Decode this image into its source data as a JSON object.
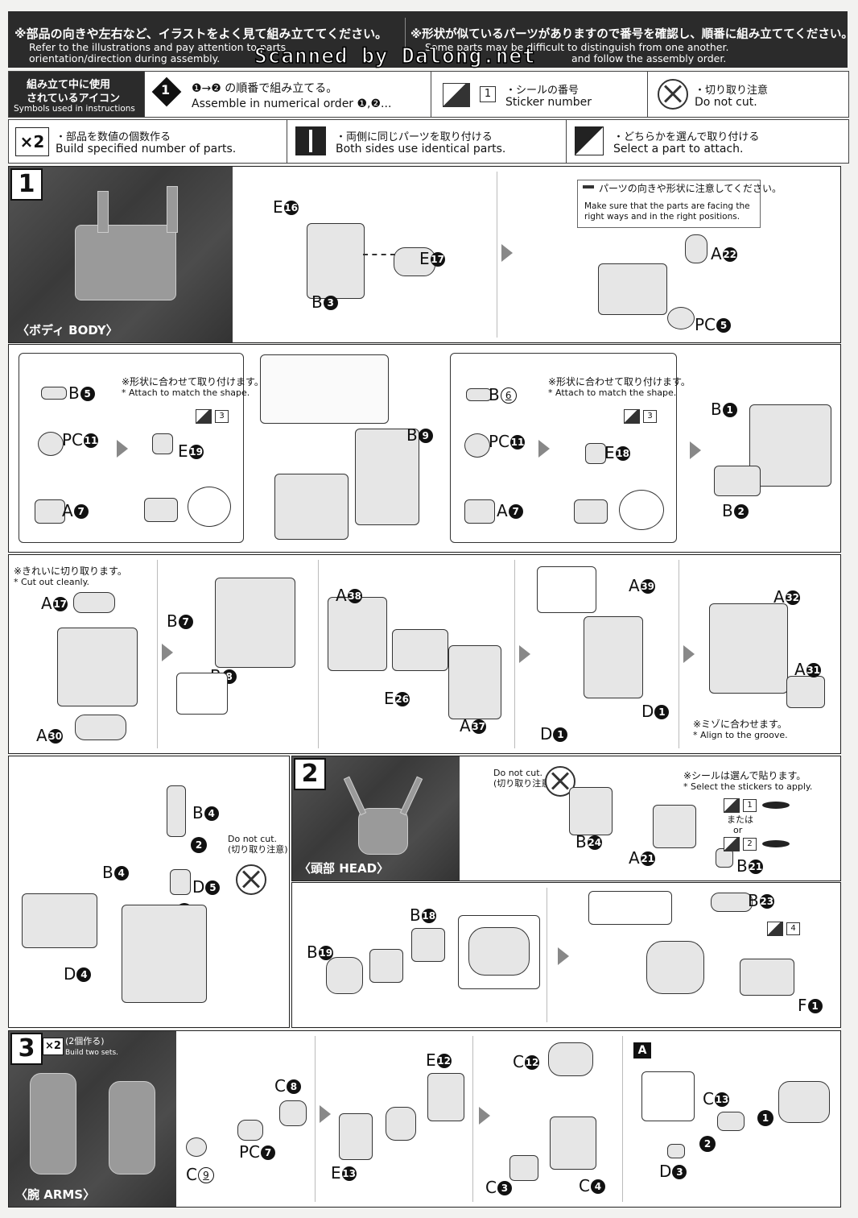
{
  "header": {
    "left_jp": "※部品の向きや左右など、イラストをよく見て組み立ててください。",
    "left_en1": "Refer to the illustrations and pay attention to parts",
    "left_en2": "orientation/direction during assembly.",
    "right_jp": "※形状が似ているパーツがありますので番号を確認し、順番に組み立ててください。",
    "right_en1": "Some parts may be difficult to distinguish from one another.",
    "right_en2": "and follow the assembly order.",
    "watermark": "Scanned by Dalong.net"
  },
  "icons": {
    "title_jp1": "組み立て中に使用",
    "title_jp2": "されているアイコン",
    "title_en": "Symbols used in instructions",
    "order_jp": "❶→❷ の順番で組み立てる。",
    "order_en": "Assemble in numerical order ❶,❷...",
    "sticker_jp": "・シールの番号",
    "sticker_en": "Sticker number",
    "sticker_num": "1",
    "nocut_jp": "・切り取り注意",
    "nocut_en": "Do not cut.",
    "build_badge": "×2",
    "build_jp": "・部品を数値の個数作る",
    "build_en": "Build specified number of parts.",
    "both_jp": "・両側に同じパーツを取り付ける",
    "both_en": "Both sides use identical parts.",
    "select_jp": "・どちらかを選んで取り付ける",
    "select_en": "Select a part to attach."
  },
  "step1": {
    "num": "1",
    "caption": "〈ボディ BODY〉",
    "note_jp": "パーツの向きや形状に注意してください。",
    "note_en1": "Make sure that the parts are facing the",
    "note_en2": "right ways and in the right positions.",
    "shape_note_jp": "※形状に合わせて取り付けます。",
    "shape_note_en": "* Attach to match the shape.",
    "cut_note_jp": "※きれいに切り取ります。",
    "cut_note_en": "* Cut out cleanly.",
    "groove_note_jp": "※ミゾに合わせます。",
    "groove_note_en": "* Align to the groove.",
    "sticker3": "3",
    "nocut_en": "Do not cut.",
    "nocut_jp": "(切り取り注意)"
  },
  "step2": {
    "num": "2",
    "caption": "〈頭部 HEAD〉",
    "nocut_en": "Do not cut.",
    "nocut_jp": "(切り取り注意)",
    "select_jp": "※シールは選んで貼ります。",
    "select_en": "* Select the stickers to apply.",
    "or_jp": "または",
    "or_en": "or",
    "sticker1": "1",
    "sticker2": "2",
    "sticker4": "4"
  },
  "step3": {
    "num": "3",
    "badge": "×2",
    "build_jp": "(2個作る)",
    "build_en": "Build two sets.",
    "caption": "〈腕 ARMS〉",
    "sub_label": "A"
  },
  "parts": {
    "e16": {
      "l": "E",
      "n": "16"
    },
    "e17": {
      "l": "E",
      "n": "17"
    },
    "b3": {
      "l": "B",
      "n": "3"
    },
    "a22": {
      "l": "A",
      "n": "22"
    },
    "pc5": {
      "l": "PC",
      "n": "5"
    },
    "b5": {
      "l": "B",
      "n": "5"
    },
    "pc11a": {
      "l": "PC",
      "n": "11"
    },
    "a7a": {
      "l": "A",
      "n": "7"
    },
    "e19": {
      "l": "E",
      "n": "19"
    },
    "b9": {
      "l": "B",
      "n": "9"
    },
    "b6": {
      "l": "B",
      "n": "6"
    },
    "pc11b": {
      "l": "PC",
      "n": "11"
    },
    "a7b": {
      "l": "A",
      "n": "7"
    },
    "e18": {
      "l": "E",
      "n": "18"
    },
    "b1": {
      "l": "B",
      "n": "1"
    },
    "b2": {
      "l": "B",
      "n": "2"
    },
    "a17": {
      "l": "A",
      "n": "17"
    },
    "a30": {
      "l": "A",
      "n": "30"
    },
    "b7": {
      "l": "B",
      "n": "7"
    },
    "b8": {
      "l": "B",
      "n": "8"
    },
    "a38": {
      "l": "A",
      "n": "38"
    },
    "e26": {
      "l": "E",
      "n": "26"
    },
    "a37": {
      "l": "A",
      "n": "37"
    },
    "a39": {
      "l": "A",
      "n": "39"
    },
    "d1a": {
      "l": "D",
      "n": "1"
    },
    "d1b": {
      "l": "D",
      "n": "1"
    },
    "a32": {
      "l": "A",
      "n": "32"
    },
    "a31": {
      "l": "A",
      "n": "31"
    },
    "b4a": {
      "l": "B",
      "n": "4"
    },
    "b4b": {
      "l": "B",
      "n": "4"
    },
    "d5": {
      "l": "D",
      "n": "5"
    },
    "d4": {
      "l": "D",
      "n": "4"
    },
    "b24": {
      "l": "B",
      "n": "24"
    },
    "a21": {
      "l": "A",
      "n": "21"
    },
    "b21": {
      "l": "B",
      "n": "21"
    },
    "b18": {
      "l": "B",
      "n": "18"
    },
    "b19": {
      "l": "B",
      "n": "19"
    },
    "b23": {
      "l": "B",
      "n": "23"
    },
    "f1": {
      "l": "F",
      "n": "1"
    },
    "c8": {
      "l": "C",
      "n": "8"
    },
    "pc7": {
      "l": "PC",
      "n": "7"
    },
    "c9": {
      "l": "C",
      "n": "9"
    },
    "e12": {
      "l": "E",
      "n": "12"
    },
    "e13": {
      "l": "E",
      "n": "13"
    },
    "c12": {
      "l": "C",
      "n": "12"
    },
    "c3": {
      "l": "C",
      "n": "3"
    },
    "c4": {
      "l": "C",
      "n": "4"
    },
    "c13": {
      "l": "C",
      "n": "13"
    },
    "d3": {
      "l": "D",
      "n": "3"
    }
  },
  "order_marks": {
    "one": "1",
    "two": "2"
  }
}
